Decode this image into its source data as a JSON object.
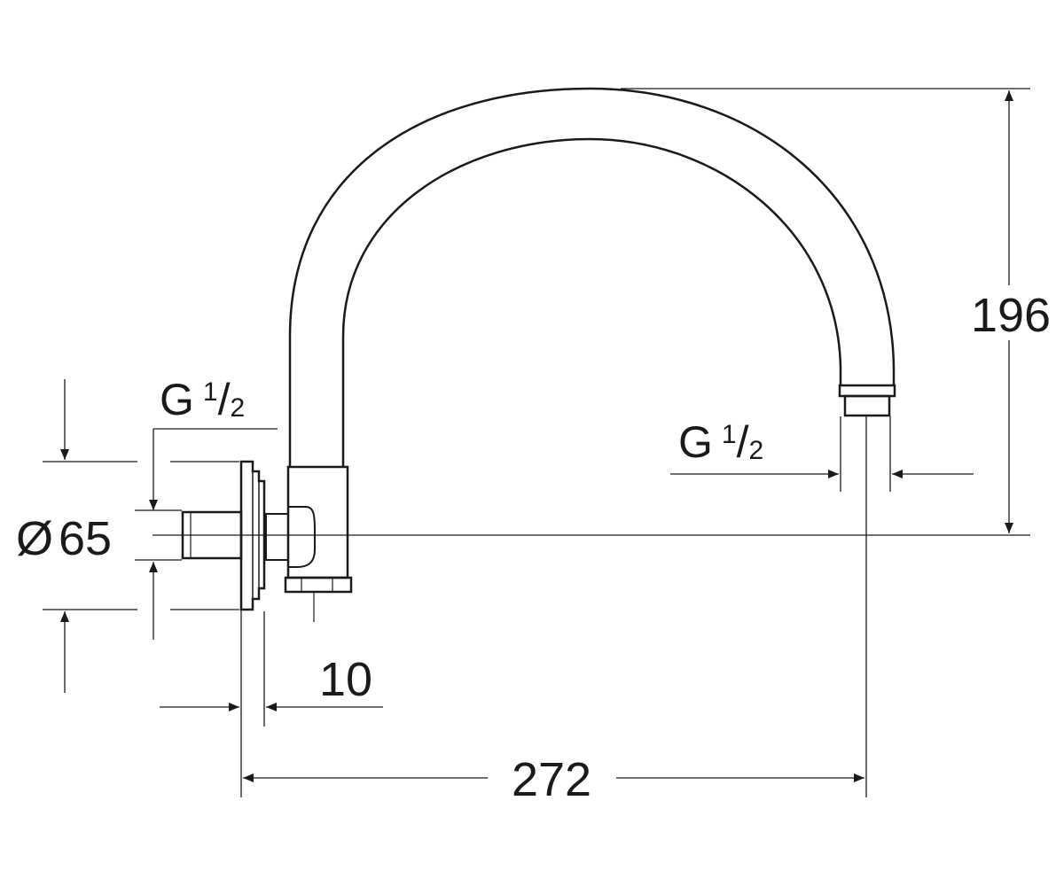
{
  "dimensions": {
    "height": "196",
    "projection": "272",
    "flange_depth": "10",
    "flange_diameter_symbol": "Ø",
    "flange_diameter_value": "65"
  },
  "threads": {
    "inlet": {
      "letter": "G",
      "numerator": "1",
      "slash": "/",
      "denominator": "2"
    },
    "outlet": {
      "letter": "G",
      "numerator": "1",
      "slash": "/",
      "denominator": "2"
    }
  },
  "colors": {
    "ink": "#1a1a1a",
    "background": "#ffffff"
  }
}
